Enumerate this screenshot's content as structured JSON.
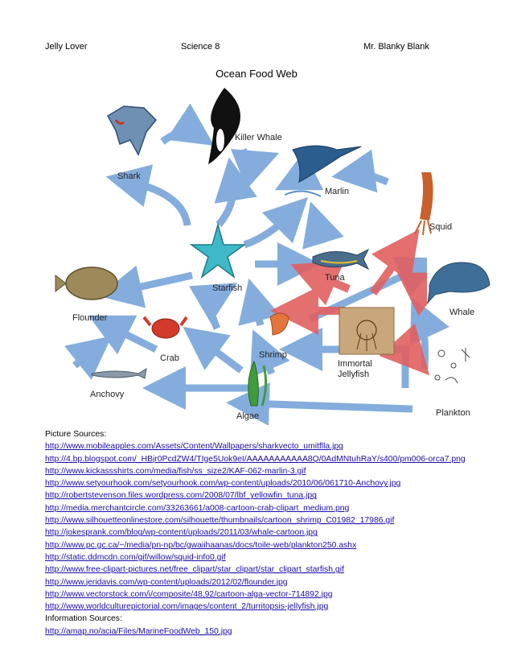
{
  "header": {
    "student": "Jelly Lover",
    "course": "Science 8",
    "teacher": "Mr. Blanky Blank"
  },
  "title": "Ocean Food Web",
  "organisms": {
    "killer_whale": "Killer Whale",
    "shark": "Shark",
    "marlin": "Marlin",
    "squid": "Squid",
    "starfish": "Starfish",
    "tuna": "Tuna",
    "flounder": "Flounder",
    "whale": "Whale",
    "crab": "Crab",
    "shrimp": "Shrimp",
    "immortal_jellyfish_1": "Immortal",
    "immortal_jellyfish_2": "Jellyfish",
    "anchovy": "Anchovy",
    "algae": "Algae",
    "plankton": "Plankton"
  },
  "colors": {
    "arrow_blue": "#6f9fd8",
    "arrow_red": "#e06060",
    "link": "#1a0dab"
  },
  "sources": {
    "picture_heading": "Picture Sources:",
    "picture_links": [
      "http://www.mobileapples.com/Assets/Content/Wallpapers/sharkvecto_umitflla.jpg",
      "http://4.bp.blogspot.com/_HBjr0PcdZW4/TIge5Uok9eI/AAAAAAAAAAA8Q/0AdMNtuhRaY/s400/pm006-orca7.png",
      "http://www.kickassshirts.com/media/fish/ss_size2/KAF-062-marlin-3.gif",
      "http://www.setyourhook.com/setyourhook.com/wp-content/uploads/2010/06/061710-Anchovy.jpg",
      "http://robertstevenson.files.wordpress.com/2008/07/lbf_yellowfin_tuna.jpg",
      "http://media.merchantcircle.com/33263661/a008-cartoon-crab-clipart_medium.png",
      "http://www.silhouetteonlinestore.com/silhouette/thumbnails/cartoon_shrimp_C01982_17986.gif",
      "http://jokesprank.com/blog/wp-content/uploads/2011/03/whale-cartoon.jpg",
      "http://www.pc.gc.ca/~/media/pn-np/bc/gwaiihaanas/docs/toile-web/plankton250.ashx",
      "http://static.ddmcdn.com/gif/willow/squid-info0.gif",
      "http://www.free-clipart-pictures.net/free_clipart/star_clipart/star_clipart_starfish.gif",
      "http://www.jeridavis.com/wp-content/uploads/2012/02/flounder.jpg",
      "http://www.vectorstock.com/i/composite/48,92/cartoon-alga-vector-714892.jpg",
      "http://www.worldculturepictorial.com/images/content_2/turritopsis-jellyfish.jpg"
    ],
    "info_heading": "Information Sources:",
    "info_links": [
      "http://amap.no/acia/Files/MarineFoodWeb_150.jpg"
    ]
  }
}
